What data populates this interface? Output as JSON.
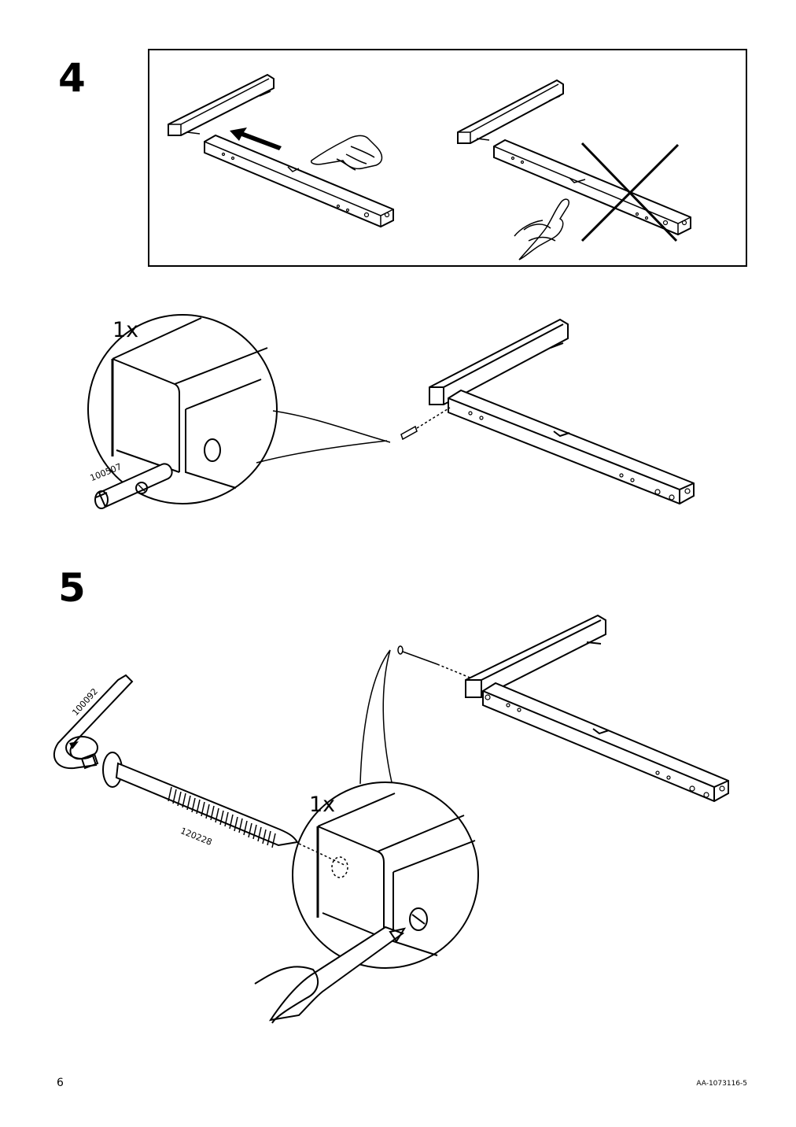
{
  "steps": [
    {
      "number": "4",
      "quantity": "1x",
      "part_code": "100507"
    },
    {
      "number": "5",
      "quantity": "1x",
      "part_codes": [
        "100092",
        "120228"
      ]
    }
  ],
  "footer": {
    "page_number": "6",
    "document_id": "AA-1073116-5"
  }
}
